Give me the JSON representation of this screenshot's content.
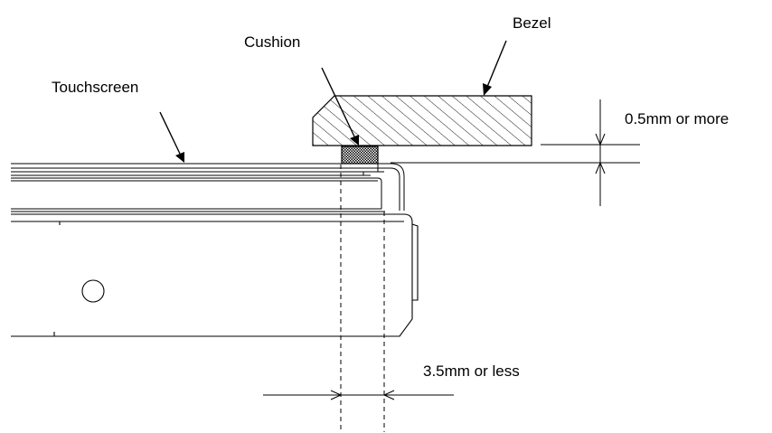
{
  "labels": {
    "touchscreen": "Touchscreen",
    "cushion": "Cushion",
    "bezel": "Bezel",
    "gap_dimension": "0.5mm or more",
    "overlap_dimension": "3.5mm or less"
  },
  "colors": {
    "line": "#000000",
    "background": "#ffffff"
  }
}
